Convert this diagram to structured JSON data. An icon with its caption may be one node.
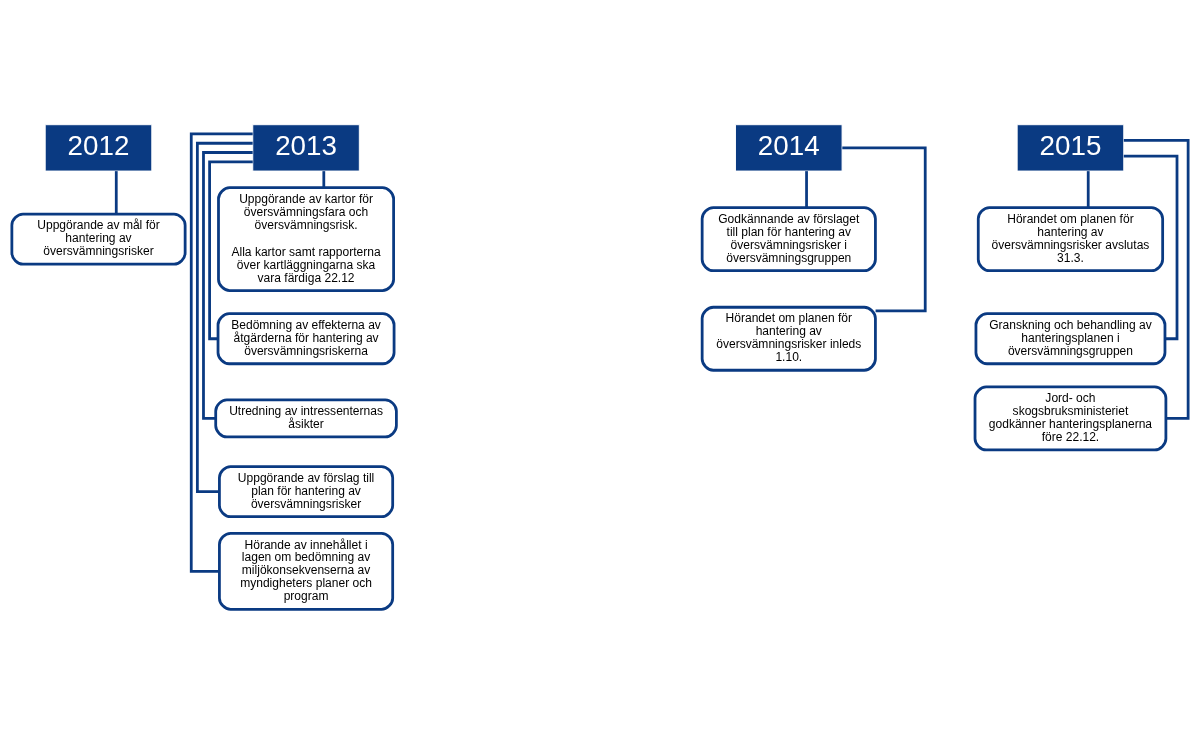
{
  "diagram": {
    "nodes": [
      {
        "text": [
          "2012"
        ]
      },
      {
        "text": [
          "Uppgörande av mål för hantering av översvämningsrisker"
        ]
      },
      {
        "text": [
          "2013"
        ]
      },
      {
        "text": [
          "Uppgörande av kartor för översvämningsfara och översvämningsrisk.",
          "Alla kartor samt rapporterna över kartläggningarna ska vara färdiga 22.12"
        ]
      },
      {
        "text": [
          "Bedömning av effekterna av åtgärderna för hantering av översvämningsriskerna"
        ]
      },
      {
        "text": [
          "Utredning av intressenternas åsikter"
        ]
      },
      {
        "text": [
          "Uppgörande av förslag till plan för hantering av översvämningsrisker"
        ]
      },
      {
        "text": [
          "Hörande av innehållet i lagen om bedömning av miljökonsekvenserna av myndigheters planer och program"
        ]
      },
      {
        "text": [
          "2014"
        ]
      },
      {
        "text": [
          "Godkännande av förslaget till plan för hantering av översvämningsrisker i översvämningsgruppen"
        ]
      },
      {
        "text": [
          "Hörandet om planen för hantering av översvämningsrisker inleds 1.10."
        ]
      },
      {
        "text": [
          "2015"
        ]
      },
      {
        "text": [
          "Hörandet om planen för hantering av översvämningsrisker avslutas 31.3."
        ]
      },
      {
        "text": [
          "Granskning och behandling av hanteringsplanen i översvämningsgruppen"
        ]
      },
      {
        "text": [
          "Jord- och skogsbruksministeriet godkänner hanteringsplanerna före 22.12."
        ]
      }
    ],
    "edges": [
      {
        "from": 0,
        "to": 1,
        "arrow": "none"
      },
      {
        "from": 2,
        "to": 3,
        "arrow": "none"
      },
      {
        "from": 2,
        "to": 4,
        "arrow": "none"
      },
      {
        "from": 2,
        "to": 5,
        "arrow": "none"
      },
      {
        "from": 2,
        "to": 6,
        "arrow": "none"
      },
      {
        "from": 2,
        "to": 7,
        "arrow": "none"
      },
      {
        "from": 8,
        "to": 9,
        "arrow": "none"
      },
      {
        "from": 8,
        "to": 10,
        "arrow": "none"
      },
      {
        "from": 11,
        "to": 12,
        "arrow": "none"
      },
      {
        "from": 11,
        "to": 13,
        "arrow": "none"
      },
      {
        "from": 11,
        "to": 14,
        "arrow": "none"
      }
    ]
  }
}
